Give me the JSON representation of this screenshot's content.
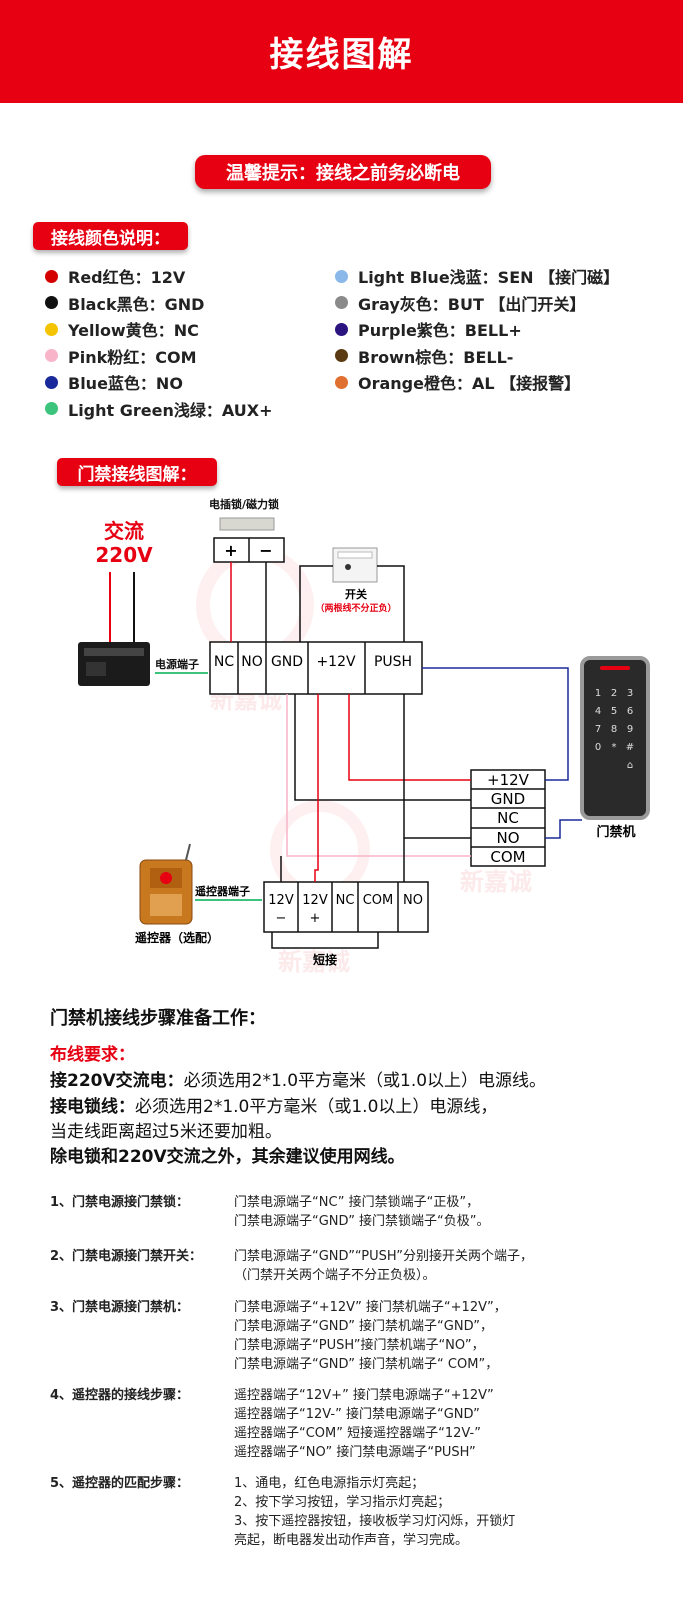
{
  "banner": {
    "title": "接线图解"
  },
  "warning": "温馨提示：接线之前务必断电",
  "section_color": "接线颜色说明：",
  "section_diagram": "门禁接线图解：",
  "legend_left": [
    {
      "label": "Red红色：12V",
      "color": "#d40000"
    },
    {
      "label": "Black黑色：GND",
      "color": "#111111"
    },
    {
      "label": "Yellow黄色：NC",
      "color": "#f5c400"
    },
    {
      "label": "Pink粉红：COM",
      "color": "#f8b4c8"
    },
    {
      "label": "Blue蓝色：NO",
      "color": "#1a2a9a"
    },
    {
      "label": "Light Green浅绿：AUX+",
      "color": "#3cc47c"
    }
  ],
  "legend_right": [
    {
      "label": "Light Blue浅蓝：SEN 【接门磁】",
      "color": "#8ab8e8"
    },
    {
      "label": "Gray灰色：BUT 【出门开关】",
      "color": "#8a8a8a"
    },
    {
      "label": "Purple紫色：BELL+",
      "color": "#2b1480"
    },
    {
      "label": "Brown棕色：BELL-",
      "color": "#5a3a10"
    },
    {
      "label": "Orange橙色：AL 【接报警】",
      "color": "#e07030"
    }
  ],
  "diagram": {
    "ac_line1": "交流",
    "ac_line2": "220V",
    "lock_label": "电插锁/磁力锁",
    "lock_plus": "+",
    "lock_minus": "−",
    "switch_label": "开关",
    "switch_note": "（两根线不分正负）",
    "power_label": "电源端子",
    "power_terminals": [
      "NC",
      "NO",
      "GND",
      "+12V",
      "PUSH"
    ],
    "reader_terminals": [
      "+12V",
      "GND",
      "NC",
      "NO",
      "COM"
    ],
    "reader_label": "门禁机",
    "keypad_keys": [
      "1",
      "2",
      "3",
      "4",
      "5",
      "6",
      "7",
      "8",
      "9",
      "0",
      "*",
      "#"
    ],
    "remote_terminal_label": "遥控器端子",
    "remote_label": "遥控器（选配）",
    "remote_terminals_top": [
      "12V",
      "12V",
      "NC",
      "COM",
      "NO"
    ],
    "remote_terminals_sign": [
      "−",
      "+"
    ],
    "short_label": "短接",
    "watermark": "新嘉诚"
  },
  "prep_title": "门禁机接线步骤准备工作：",
  "req_title": "布线要求：",
  "req": [
    {
      "bold": "接220V交流电：",
      "text": "必须选用2*1.0平方毫米（或1.0以上）电源线。"
    },
    {
      "bold": "接电锁线：",
      "text": "必须选用2*1.0平方毫米（或1.0以上）电源线，"
    },
    {
      "bold": "",
      "text": "当走线距离超过5米还要加粗。"
    },
    {
      "bold": "除电锁和220V交流之外，其余建议使用网线。",
      "text": ""
    }
  ],
  "steps": [
    {
      "head": "1、门禁电源接门禁锁：",
      "lines": [
        "门禁电源端子“NC”     接门禁锁端子“正极”，",
        "门禁电源端子“GND”    接门禁锁端子“负极”。"
      ]
    },
    {
      "head": "2、门禁电源接门禁开关：",
      "lines": [
        "门禁电源端子“GND”“PUSH”分别接开关两个端子，",
        " （门禁开关两个端子不分正负极）。"
      ]
    },
    {
      "head": "3、门禁电源接门禁机：",
      "lines": [
        "门禁电源端子“+12V”  接门禁机端子“+12V”，",
        "门禁电源端子“GND”    接门禁机端子“GND”，",
        "门禁电源端子“PUSH”接门禁机端子“NO”，",
        "门禁电源端子“GND”    接门禁机端子“ COM”，"
      ]
    },
    {
      "head": "4、遥控器的接线步骤：",
      "lines": [
        "遥控器端子“12V+”      接门禁电源端子“+12V”",
        "遥控器端子“12V-”       接门禁电源端子“GND”",
        "遥控器端子“COM”       短接遥控器端子“12V-”",
        "遥控器端子“NO”          接门禁电源端子“PUSH”"
      ]
    },
    {
      "head": "5、遥控器的匹配步骤：",
      "lines": [
        "1、通电，红色电源指示灯亮起；",
        "2、按下学习按钮，学习指示灯亮起；",
        "3、按下遥控器按钮，接收板学习灯闪烁，开锁灯",
        "    亮起，断电器发出动作声音，学习完成。"
      ]
    }
  ]
}
